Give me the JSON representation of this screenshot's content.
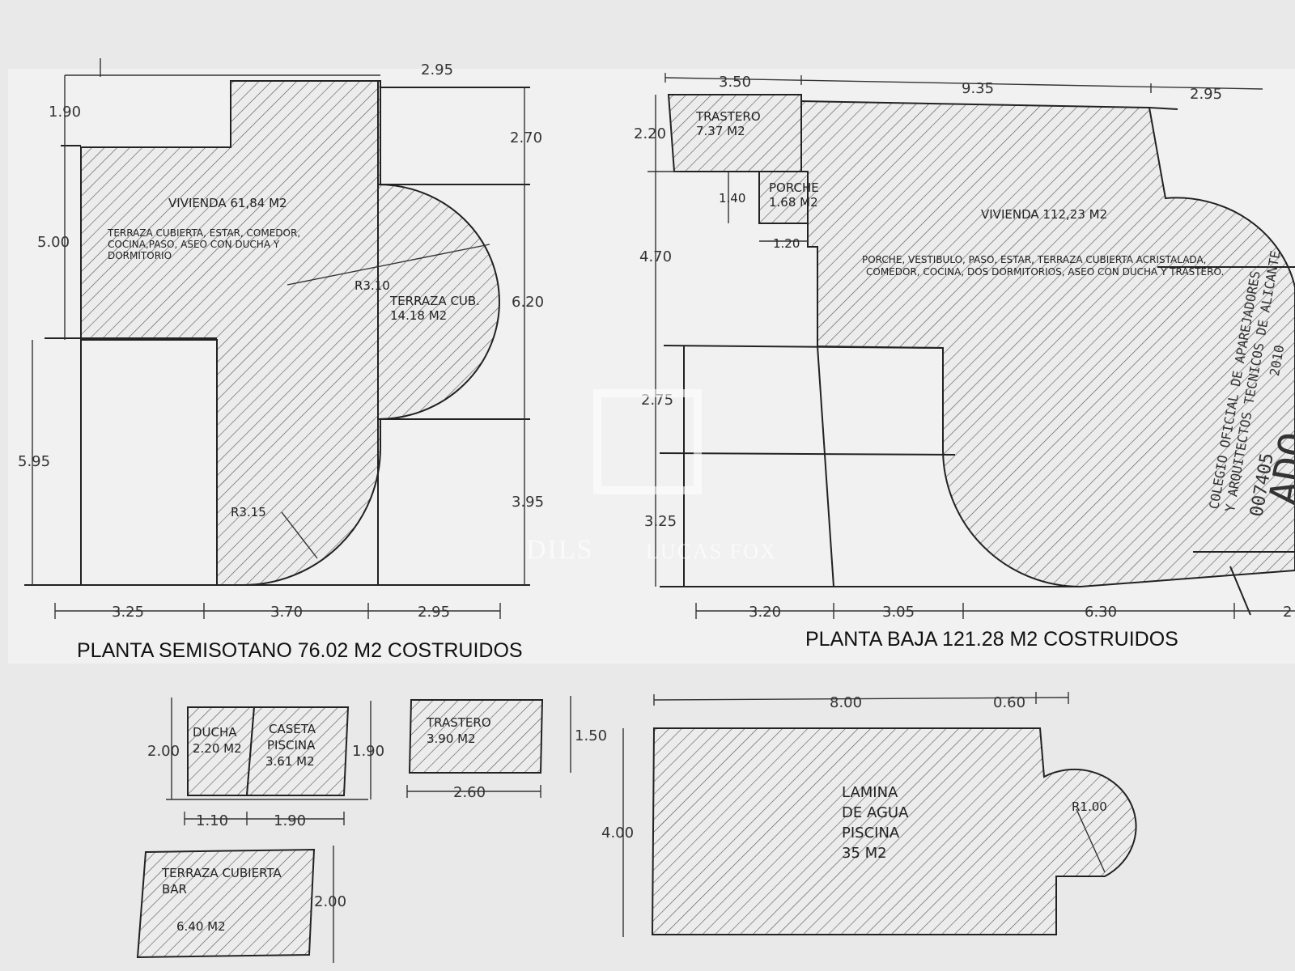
{
  "plans": {
    "semisotano": {
      "title": "PLANTA SEMISOTANO  76.02 M2  COSTRUIDOS",
      "vivienda": "VIVIENDA  61,84 M2",
      "vivienda_desc": [
        "TERRAZA CUBIERTA, ESTAR, COMEDOR,",
        "COCINA,PASO, ASEO CON DUCHA Y",
        "DORMITORIO"
      ],
      "terraza": [
        "TERRAZA CUB.",
        "14.18 M2"
      ],
      "radius_a": "R3.10",
      "radius_b": "R3.15",
      "dims": {
        "top_left": "1.90",
        "left_mid": "5.00",
        "left_low": "5.95",
        "right_top": "2.70",
        "right_mid": "6.20",
        "right_low": "3.95",
        "bottom": [
          "3.25",
          "3.70",
          "2.95"
        ],
        "top_partial": "2.95"
      }
    },
    "baja": {
      "title": "PLANTA BAJA  121.28 M2 COSTRUIDOS",
      "trastero": [
        "TRASTERO",
        "7.37 M2"
      ],
      "porche": [
        "PORCHE",
        "1.68 M2"
      ],
      "vivienda": "VIVIENDA   112,23 M2",
      "vivienda_desc": [
        "PORCHE, VESTIBULO, PASO, ESTAR, TERRAZA CUBIERTA ACRISTALADA,",
        "COMEDOR, COCINA, DOS DORMITORIOS, ASEO CON DUCHA Y TRASTERO."
      ],
      "dims": {
        "top": [
          "3.50",
          "9.35",
          "2.95"
        ],
        "left": [
          "2.20",
          "4.70",
          "2.75",
          "3.25"
        ],
        "porche_h": "1.40",
        "porche_w": "1.20",
        "bottom": [
          "3.20",
          "3.05",
          "6.30"
        ],
        "bottom_edge": "2"
      }
    }
  },
  "small": {
    "ducha": [
      "DUCHA",
      "2.20 M2"
    ],
    "caseta": [
      "CASETA",
      "PISCINA",
      "3.61 M2"
    ],
    "caseta_dims": {
      "left": "2.00",
      "right": "1.90",
      "bottom": [
        "1.10",
        "1.90"
      ]
    },
    "trastero": [
      "TRASTERO",
      "3.90 M2"
    ],
    "trastero_dims": {
      "right": "1.50",
      "bottom": "2.60"
    },
    "terraza_bar": [
      "TERRAZA CUBIERTA",
      "BAR",
      "6.40 M2"
    ],
    "terraza_bar_dims": {
      "right": "2.00"
    },
    "piscina": [
      "LAMINA",
      "DE AGUA",
      "PISCINA",
      "35 M2"
    ],
    "piscina_dims": {
      "top": "8.00",
      "top_small": "0.60",
      "left": "4.00",
      "radius": "R1.00"
    }
  },
  "stamp": {
    "lines": [
      "COLEGIO OFICIAL DE APAREJADORES",
      "Y ARQUITECTOS TECNICOS DE ALICANTE"
    ],
    "number": "007405",
    "year": "2010",
    "word": "ADO"
  },
  "watermark": {
    "left": "DILS",
    "right": "LUCAS FOX"
  }
}
